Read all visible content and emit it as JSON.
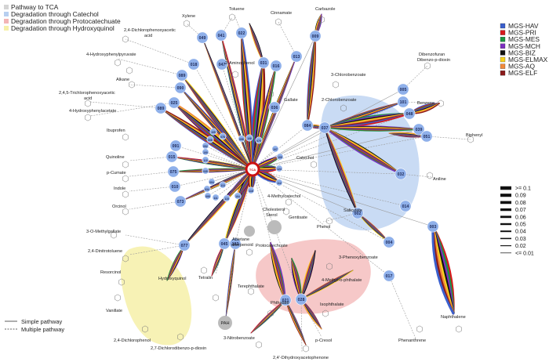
{
  "legend_top": [
    {
      "label": "Pathway to TCA",
      "color": "#d4d4d4"
    },
    {
      "label": "Degradation through Catechol",
      "color": "#b7cff0"
    },
    {
      "label": "Degradation through Protocatechuate",
      "color": "#f3b5b5"
    },
    {
      "label": "Degradation through Hydroxyquinol",
      "color": "#f6f0a8"
    }
  ],
  "legend_samples": [
    {
      "label": "MGS-HAV",
      "color": "#3a5fcd"
    },
    {
      "label": "MGS-PRI",
      "color": "#d7191c"
    },
    {
      "label": "MGS-MES",
      "color": "#1a9641"
    },
    {
      "label": "MGS-MCH",
      "color": "#7b2fbf"
    },
    {
      "label": "MGS-BIZ",
      "color": "#111111"
    },
    {
      "label": "MGS-ELMAX",
      "color": "#f7d21e"
    },
    {
      "label": "MGS-AQ",
      "color": "#f08a3c"
    },
    {
      "label": "MGS-ELF",
      "color": "#8b1a1a"
    }
  ],
  "legend_widths": [
    ">= 0.1",
    "0.09",
    "0.08",
    "0.07",
    "0.06",
    "0.05",
    "0.04",
    "0.03",
    "0.02",
    "<= 0.01"
  ],
  "legend_lines": [
    {
      "label": "Simple pathway",
      "style": "solid"
    },
    {
      "label": "Multiple pathway",
      "style": "dashed"
    }
  ],
  "center_label": "TCA",
  "hubs": {
    "catechol": "Catechol",
    "protocatechuate": "Protocatechuate",
    "hydroxyquinol": "Hydroxyquinol",
    "gentisate": "Gentisate",
    "salicylate": "Salicylate",
    "methylcatechol": "4-Methylcatechol"
  },
  "compounds": {
    "xylene": "Xylene",
    "toluene": "Toluene",
    "aminophenol": "2-Aminophenol",
    "cinnamate": "Cinnamate",
    "carbazole": "Carbazole",
    "dichlorophenoxy": "2,4-Dichlorophenoxyacetic acid",
    "hydroxyphenylpyruvate": "4-Hydroxyphenylpyruvate",
    "alkane": "Alkane",
    "trichlorophenoxy": "2,4,5-Trichlorophenoxyacetic acid",
    "hydroxyphenylacetate": "4-Hydroxyphenylacetate",
    "ibuprofen": "Ibuprofen",
    "quinoline": "Quinoline",
    "pcumate": "p-Cumate",
    "indole": "Indole",
    "orcinol": "Orcinol",
    "methylgallate": "3-O-Methylgallate",
    "dinitrotoluene": "2,4-Dinitrotoluene",
    "resorcinol": "Resorcinol",
    "vanillate": "Vanillate",
    "dichlorophenol": "2,4-Dichlorophenol",
    "dichlorodibenzo": "2,7-Dichlorodibenzo-p-dioxin",
    "gallate": "Gallate",
    "chlorobenzoate3": "3-Chlorobenzoate",
    "chlorobenzoate2": "2-Chlorobenzoate",
    "dibenzofuran": "Dibenzofuran",
    "dibenzodioxin": "Dibenzo-p-dioxin",
    "benzene": "Benzene",
    "biphenyl": "Biphenyl",
    "aniline": "Aniline",
    "phenol": "Phenol",
    "cholesterol": "Cholesterol",
    "sterol": "Sterol",
    "abietane": "Abietane diterpenoid",
    "tetralin": "Tetralin",
    "pah": "PAH",
    "terephthalate": "Terephthalate",
    "phenoxybenzoate": "3-Phenoxybenzoate",
    "methylphthalate": "4-Methyl-o-phthalate",
    "phthalate": "Phthalate",
    "isophthalate": "Isophthalate",
    "nitrobenzoate": "3-Nitrobenzoate",
    "pcresol": "p-Cresol",
    "dihydroxyacetophenone": "2,4'-Dihydroxyacetophenone",
    "naphthalene": "Naphthalene",
    "phenanthrene": "Phenanthrene"
  },
  "nodes": [
    "049",
    "041",
    "022",
    "009",
    "013",
    "016",
    "031",
    "047",
    "018",
    "089",
    "090",
    "089",
    "025",
    "015",
    "091",
    "075",
    "010",
    "073",
    "077",
    "045",
    "103",
    "037",
    "101",
    "048",
    "039",
    "051",
    "032",
    "005",
    "084",
    "014",
    "003",
    "004",
    "017",
    "002",
    "021",
    "028",
    "036",
    "052",
    "100",
    "006",
    "105",
    "078",
    "079",
    "107",
    "109",
    "110",
    "108",
    "035",
    "094",
    "034",
    "095",
    "115",
    "104",
    "116",
    "113",
    "111",
    "112",
    "124",
    "098"
  ]
}
